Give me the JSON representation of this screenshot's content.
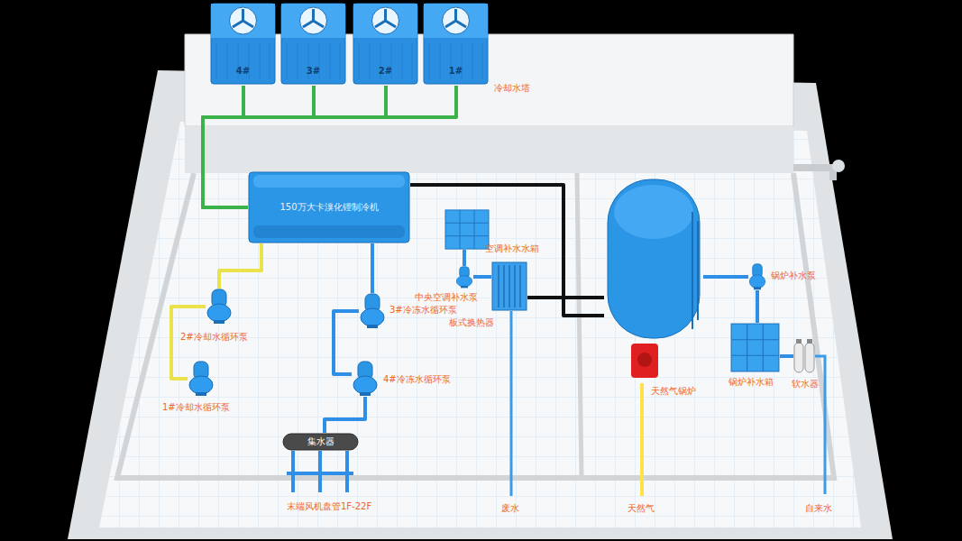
{
  "diagram": {
    "nodes": [
      {
        "text": [
          "4#"
        ]
      },
      {
        "text": [
          "3#"
        ]
      },
      {
        "text": [
          "2#"
        ]
      },
      {
        "text": [
          "1#"
        ]
      },
      {
        "text": [
          "150万大卡溴化锂制冷机"
        ]
      },
      {
        "text": [
          "空调补水水箱"
        ]
      },
      {
        "text": [
          "中央空调补水泵"
        ]
      },
      {
        "text": [
          "板式换热器"
        ]
      },
      {
        "text": [
          "2#冷却水循环泵"
        ]
      },
      {
        "text": [
          "1#冷却水循环泵"
        ]
      },
      {
        "text": [
          "3#冷冻水循环泵"
        ]
      },
      {
        "text": [
          "4#冷冻水循环泵"
        ]
      },
      {
        "text": [
          "集水器"
        ]
      },
      {
        "text": [
          "天然气锅炉"
        ]
      },
      {
        "text": [
          "锅炉补水泵"
        ]
      },
      {
        "text": [
          "锅炉补水箱"
        ]
      },
      {
        "text": [
          "软水器"
        ]
      }
    ],
    "edges": [
      {
        "from": 0,
        "to": 4,
        "arrow": "none"
      },
      {
        "from": 1,
        "to": 4,
        "arrow": "none"
      },
      {
        "from": 2,
        "to": 4,
        "arrow": "none"
      },
      {
        "from": 3,
        "to": 4,
        "arrow": "none"
      },
      {
        "from": 4,
        "to": 8,
        "arrow": "none"
      },
      {
        "from": 8,
        "to": 9,
        "arrow": "none"
      },
      {
        "from": 4,
        "to": 10,
        "arrow": "none"
      },
      {
        "from": 10,
        "to": 11,
        "arrow": "none"
      },
      {
        "from": 11,
        "to": 12,
        "arrow": "none"
      },
      {
        "from": 5,
        "to": 6,
        "arrow": "none"
      },
      {
        "from": 6,
        "to": 7,
        "arrow": "none"
      },
      {
        "from": 7,
        "to": 13,
        "arrow": "none"
      },
      {
        "from": 4,
        "to": 13,
        "arrow": "none"
      },
      {
        "from": 14,
        "to": 13,
        "arrow": "none"
      },
      {
        "from": 15,
        "to": 14,
        "arrow": "none"
      },
      {
        "from": 16,
        "to": 15,
        "arrow": "none"
      }
    ],
    "labels": [
      "冷却水塔",
      "末端风机盘管1F-22F",
      "废水",
      "天然气",
      "自来水"
    ]
  }
}
